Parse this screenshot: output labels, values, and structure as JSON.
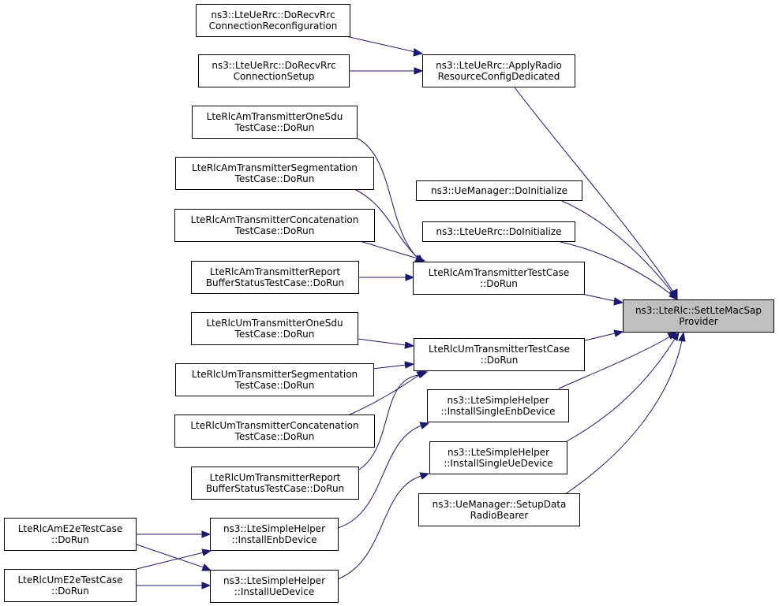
{
  "colors": {
    "edge": "#191970",
    "node_border": "#000000",
    "node_fill": "#ffffff",
    "target_fill": "#bfbfbf"
  },
  "nodes": {
    "setltemacsap": {
      "line1": "ns3::LteRlc::SetLteMacSap",
      "line2": "Provider"
    },
    "applyradio": {
      "line1": "ns3::LteUeRrc::ApplyRadio",
      "line2": "ResourceConfigDedicated"
    },
    "dorecvreconfig": {
      "line1": "ns3::LteUeRrc::DoRecvRrc",
      "line2": "ConnectionReconfiguration"
    },
    "dorecvsetup": {
      "line1": "ns3::LteUeRrc::DoRecvRrc",
      "line2": "ConnectionSetup"
    },
    "uemgrinit": {
      "line1": "ns3::UeManager::DoInitialize"
    },
    "ueRrcinit": {
      "line1": "ns3::LteUeRrc::DoInitialize"
    },
    "amtx": {
      "line1": "LteRlcAmTransmitterTestCase",
      "line2": "::DoRun"
    },
    "amonesdu": {
      "line1": "LteRlcAmTransmitterOneSdu",
      "line2": "TestCase::DoRun"
    },
    "amseg": {
      "line1": "LteRlcAmTransmitterSegmentation",
      "line2": "TestCase::DoRun"
    },
    "amconcat": {
      "line1": "LteRlcAmTransmitterConcatenation",
      "line2": "TestCase::DoRun"
    },
    "amreport": {
      "line1": "LteRlcAmTransmitterReport",
      "line2": "BufferStatusTestCase::DoRun"
    },
    "umtx": {
      "line1": "LteRlcUmTransmitterTestCase",
      "line2": "::DoRun"
    },
    "umonesdu": {
      "line1": "LteRlcUmTransmitterOneSdu",
      "line2": "TestCase::DoRun"
    },
    "umseg": {
      "line1": "LteRlcUmTransmitterSegmentation",
      "line2": "TestCase::DoRun"
    },
    "umconcat": {
      "line1": "LteRlcUmTransmitterConcatenation",
      "line2": "TestCase::DoRun"
    },
    "umreport": {
      "line1": "LteRlcUmTransmitterReport",
      "line2": "BufferStatusTestCase::DoRun"
    },
    "installsingleenb": {
      "line1": "ns3::LteSimpleHelper",
      "line2": "::InstallSingleEnbDevice"
    },
    "installsingleue": {
      "line1": "ns3::LteSimpleHelper",
      "line2": "::InstallSingleUeDevice"
    },
    "setupdata": {
      "line1": "ns3::UeManager::SetupData",
      "line2": "RadioBearer"
    },
    "installenb": {
      "line1": "ns3::LteSimpleHelper",
      "line2": "::InstallEnbDevice"
    },
    "installue": {
      "line1": "ns3::LteSimpleHelper",
      "line2": "::InstallUeDevice"
    },
    "ame2e": {
      "line1": "LteRlcAmE2eTestCase",
      "line2": "::DoRun"
    },
    "ume2e": {
      "line1": "LteRlcUmE2eTestCase",
      "line2": "::DoRun"
    }
  },
  "edges": [
    {
      "from": "dorecvreconfig",
      "to": "applyradio"
    },
    {
      "from": "dorecvsetup",
      "to": "applyradio"
    },
    {
      "from": "applyradio",
      "to": "setltemacsap"
    },
    {
      "from": "uemgrinit",
      "to": "setltemacsap"
    },
    {
      "from": "ueRrcinit",
      "to": "setltemacsap"
    },
    {
      "from": "amtx",
      "to": "setltemacsap"
    },
    {
      "from": "umtx",
      "to": "setltemacsap"
    },
    {
      "from": "installsingleenb",
      "to": "setltemacsap"
    },
    {
      "from": "installsingleue",
      "to": "setltemacsap"
    },
    {
      "from": "setupdata",
      "to": "setltemacsap"
    },
    {
      "from": "amonesdu",
      "to": "amtx"
    },
    {
      "from": "amseg",
      "to": "amtx"
    },
    {
      "from": "amconcat",
      "to": "amtx"
    },
    {
      "from": "amreport",
      "to": "amtx"
    },
    {
      "from": "umonesdu",
      "to": "umtx"
    },
    {
      "from": "umseg",
      "to": "umtx"
    },
    {
      "from": "umconcat",
      "to": "umtx"
    },
    {
      "from": "umreport",
      "to": "umtx"
    },
    {
      "from": "installenb",
      "to": "installsingleenb"
    },
    {
      "from": "installue",
      "to": "installsingleue"
    },
    {
      "from": "ame2e",
      "to": "installenb"
    },
    {
      "from": "ame2e",
      "to": "installue"
    },
    {
      "from": "ume2e",
      "to": "installenb"
    },
    {
      "from": "ume2e",
      "to": "installue"
    }
  ]
}
